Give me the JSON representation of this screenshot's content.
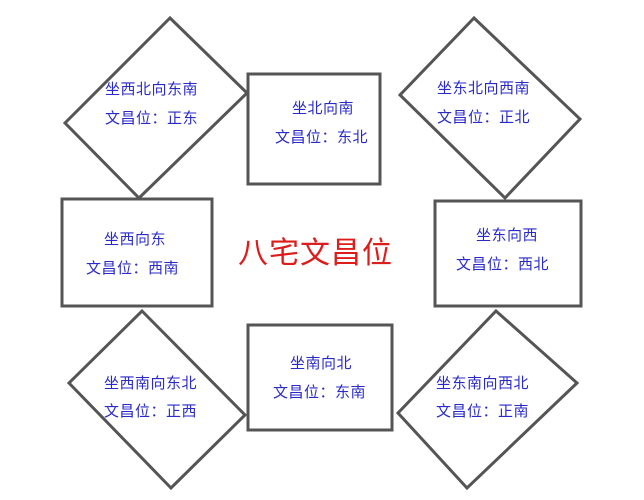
{
  "title": "八宅文昌位",
  "colors": {
    "text": "#2a2ac8",
    "title": "#dd1c1c",
    "stroke": "#555555"
  },
  "nodes": [
    {
      "id": "nw",
      "shape": "diamond",
      "line1": "坐西北向东南",
      "line2": "文昌位：正东"
    },
    {
      "id": "n",
      "shape": "rect",
      "line1": "坐北向南",
      "line2": "文昌位：东北"
    },
    {
      "id": "ne",
      "shape": "diamond",
      "line1": "坐东北向西南",
      "line2": "文昌位：正北"
    },
    {
      "id": "w",
      "shape": "rect",
      "line1": "坐西向东",
      "line2": "文昌位：西南"
    },
    {
      "id": "e",
      "shape": "rect",
      "line1": "坐东向西",
      "line2": "文昌位：西北"
    },
    {
      "id": "sw",
      "shape": "diamond",
      "line1": "坐西南向东北",
      "line2": "文昌位：正西"
    },
    {
      "id": "s",
      "shape": "rect",
      "line1": "坐南向北",
      "line2": "文昌位：东南"
    },
    {
      "id": "se",
      "shape": "diamond",
      "line1": "坐东南向西北",
      "line2": "文昌位：正南"
    }
  ]
}
